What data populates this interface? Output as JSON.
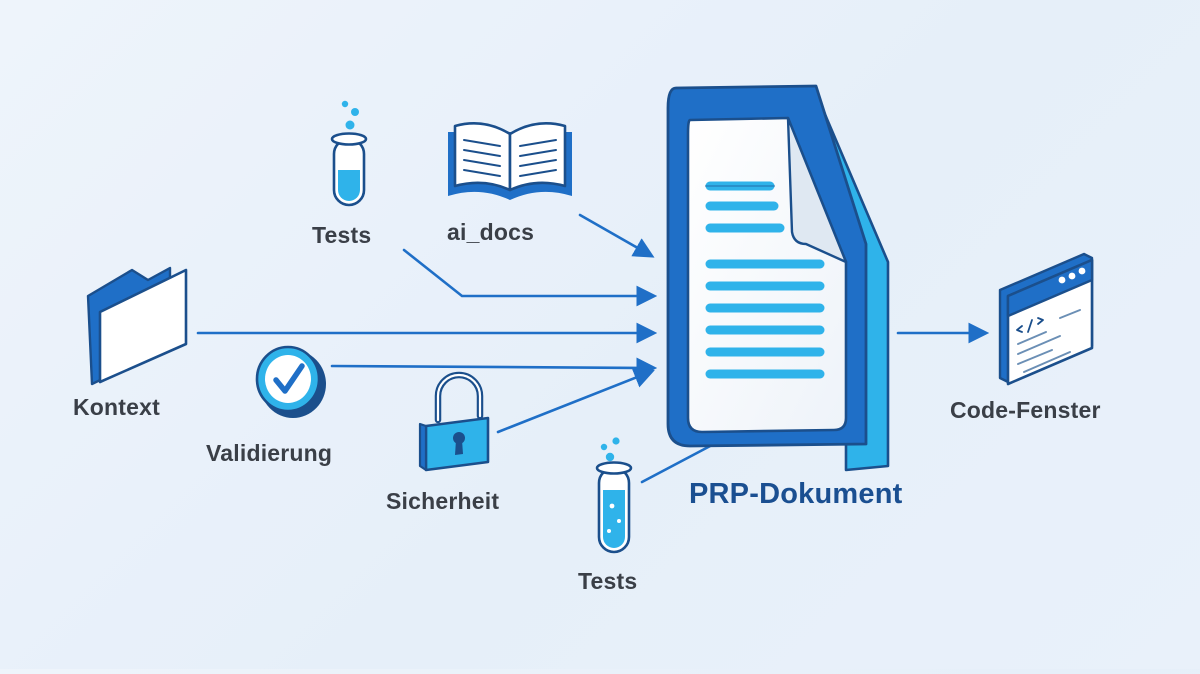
{
  "diagram": {
    "labels": {
      "tests_top": "Tests",
      "ai_docs": "ai_docs",
      "kontext": "Kontext",
      "validierung": "Validierung",
      "sicherheit": "Sicherheit",
      "tests_bottom": "Tests",
      "prp_dokument": "PRP-Dokument",
      "code_fenster": "Code-Fenster"
    },
    "icons": {
      "tests_top": "test-tube-icon",
      "ai_docs": "open-book-icon",
      "kontext": "folder-icon",
      "validierung": "checkmark-circle-icon",
      "sicherheit": "padlock-icon",
      "tests_bottom": "test-tube-icon",
      "prp_dokument": "document-icon",
      "code_fenster": "code-window-icon"
    },
    "colors": {
      "primary_blue": "#1f6fc7",
      "light_blue": "#2fb3ea",
      "label_dark": "#3a3f47",
      "label_accent": "#1a4f91"
    }
  }
}
